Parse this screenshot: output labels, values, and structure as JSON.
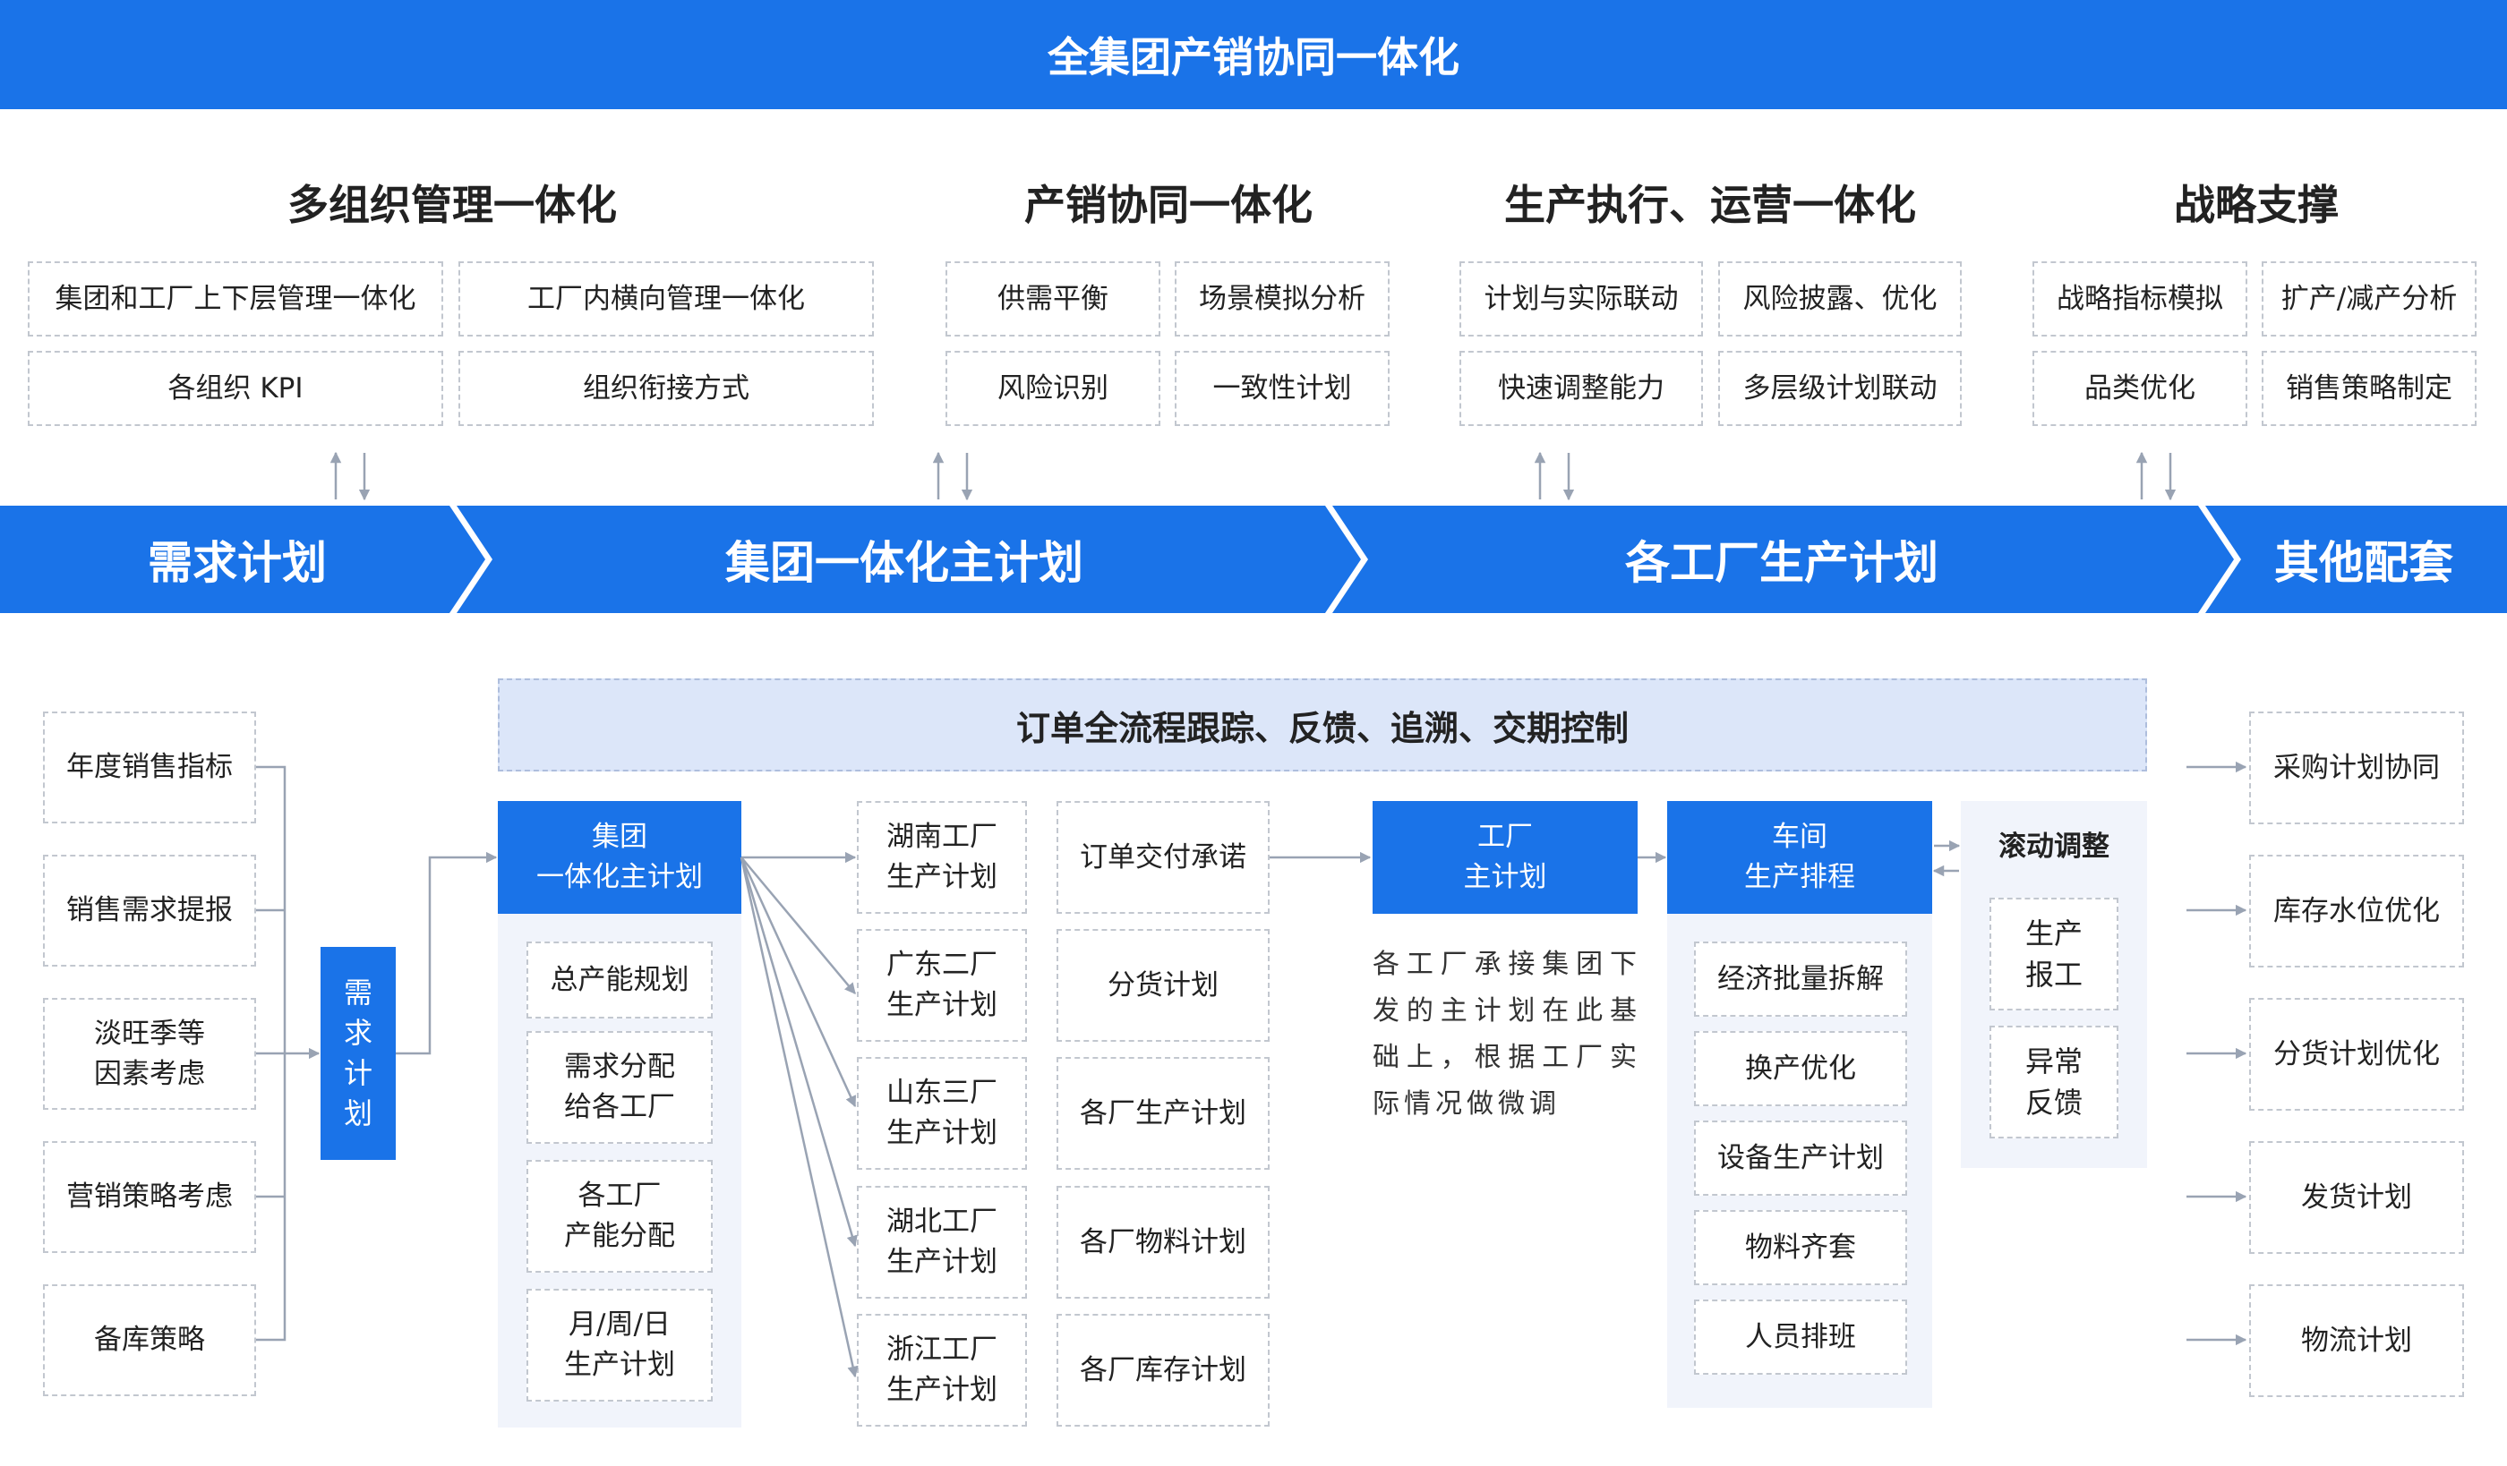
{
  "header": {
    "title": "全集团产销协同一体化"
  },
  "columns": [
    {
      "title": "多组织管理一体化",
      "items": [
        "集团和工厂上下层管理一体化",
        "工厂内横向管理一体化",
        "各组织 KPI",
        "组织衔接方式"
      ]
    },
    {
      "title": "产销协同一体化",
      "items": [
        "供需平衡",
        "场景模拟分析",
        "风险识别",
        "一致性计划"
      ]
    },
    {
      "title": "生产执行、运营一体化",
      "items": [
        "计划与实际联动",
        "风险披露、优化",
        "快速调整能力",
        "多层级计划联动"
      ]
    },
    {
      "title": "战略支撑",
      "items": [
        "战略指标模拟",
        "扩产/减产分析",
        "品类优化",
        "销售策略制定"
      ]
    }
  ],
  "band": {
    "stages": [
      "需求计划",
      "集团一体化主计划",
      "各工厂生产计划",
      "其他配套"
    ]
  },
  "left_inputs": [
    "年度销售指标",
    "销售需求提报",
    "淡旺季等\n因素考虑",
    "营销策略考虑",
    "备库策略"
  ],
  "demand_box": "需\n求\n计\n划",
  "order_bar": "订单全流程跟踪、反馈、追溯、交期控制",
  "group_plan": {
    "title": "集团\n一体化主计划",
    "items": [
      "总产能规划",
      "需求分配\n给各工厂",
      "各工厂\n产能分配",
      "月/周/日\n生产计划"
    ]
  },
  "factories": [
    "湖南工厂\n生产计划",
    "广东二厂\n生产计划",
    "山东三厂\n生产计划",
    "湖北工厂\n生产计划",
    "浙江工厂\n生产计划"
  ],
  "plans": [
    "订单交付承诺",
    "分货计划",
    "各厂生产计划",
    "各厂物料计划",
    "各厂库存计划"
  ],
  "factory_plan": {
    "title": "工厂\n主计划",
    "desc": "各工厂承接集团下发的主计划在此基础上，根据工厂实际情况做微调"
  },
  "workshop": {
    "title": "车间\n生产排程",
    "items": [
      "经济批量拆解",
      "换产优化",
      "设备生产计划",
      "物料齐套",
      "人员排班"
    ]
  },
  "rolling": {
    "title": "滚动调整",
    "items": [
      "生产\n报工",
      "异常\n反馈"
    ]
  },
  "right_outputs": [
    "采购计划协同",
    "库存水位优化",
    "分货计划优化",
    "发货计划",
    "物流计划"
  ]
}
